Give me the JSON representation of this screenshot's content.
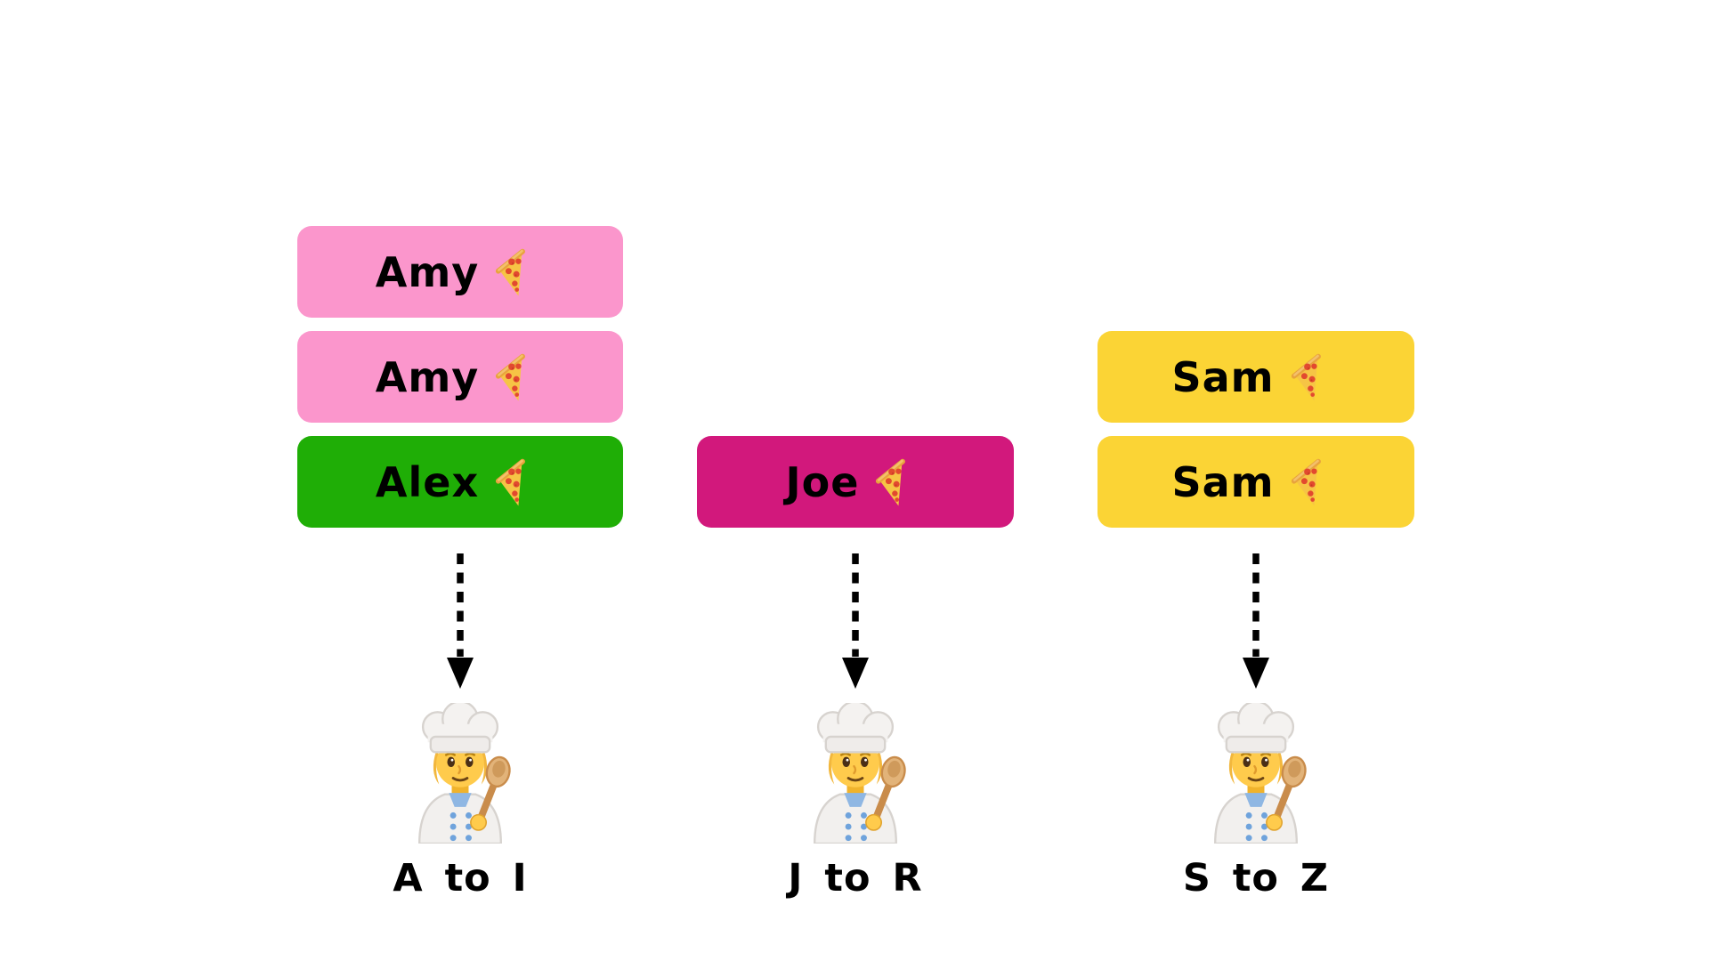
{
  "page": {
    "background": "#FFFFFF"
  },
  "colors": {
    "ticket_pink": "#FB96CC",
    "ticket_green": "#1FAE06",
    "ticket_magenta": "#D2187C",
    "ticket_yellow": "#FBD435",
    "ticket_text": "#000000",
    "arrow": "#000000",
    "station_label_text": "#000000"
  },
  "diagram": {
    "columns": [
      {
        "name": "orders-a-to-i",
        "tickets": [
          {
            "label": "Amy",
            "icon": "pizza-slice-icon",
            "color": "#FB96CC"
          },
          {
            "label": "Amy",
            "icon": "pizza-slice-icon",
            "color": "#FB96CC"
          },
          {
            "label": "Alex",
            "icon": "pizza-slice-icon",
            "color": "#1FAE06"
          }
        ],
        "arrow_icon": "dashed-down-arrow-icon",
        "station": {
          "icon": "chef-cook-icon",
          "label": "A to I"
        }
      },
      {
        "name": "orders-j-to-r",
        "tickets": [
          {
            "label": "Joe",
            "icon": "pizza-slice-icon",
            "color": "#D2187C"
          }
        ],
        "arrow_icon": "dashed-down-arrow-icon",
        "station": {
          "icon": "chef-cook-icon",
          "label": "J to R"
        }
      },
      {
        "name": "orders-s-to-z",
        "tickets": [
          {
            "label": "Sam",
            "icon": "pizza-slice-icon",
            "color": "#FBD435"
          },
          {
            "label": "Sam",
            "icon": "pizza-slice-icon",
            "color": "#FBD435"
          }
        ],
        "arrow_icon": "dashed-down-arrow-icon",
        "station": {
          "icon": "chef-cook-icon",
          "label": "S to Z"
        }
      }
    ]
  }
}
